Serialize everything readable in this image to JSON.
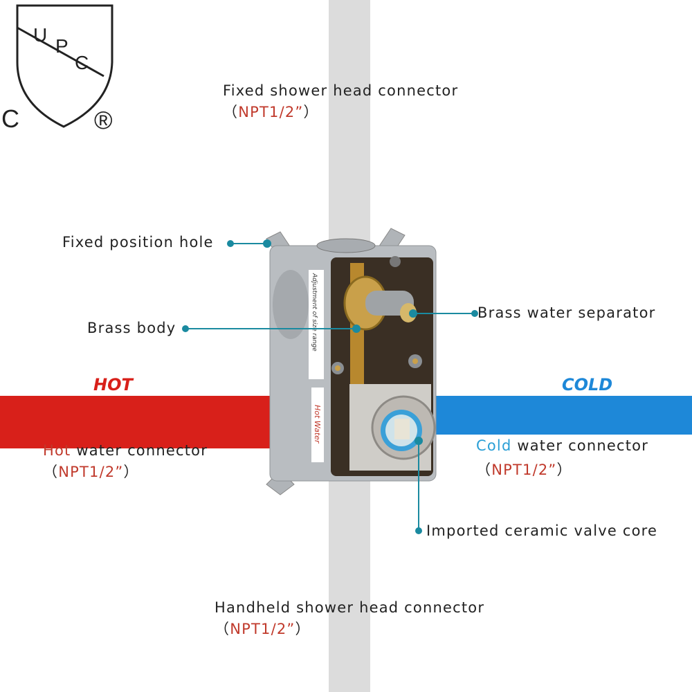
{
  "logo": {
    "mark": "UPC",
    "letters": [
      "U",
      "P",
      "C"
    ],
    "left_letter": "C",
    "registered": "®"
  },
  "labels": {
    "fixed_shower": {
      "title": "Fixed shower head connector",
      "spec": "NPT1/2”"
    },
    "fixed_hole": "Fixed position hole",
    "brass_body": "Brass body",
    "brass_separator": "Brass water separator",
    "hot_big": "HOT",
    "cold_big": "COLD",
    "hot_connector": {
      "colored": "Hot",
      "rest": " water connector",
      "spec": "NPT1/2”"
    },
    "cold_connector": {
      "colored": "Cold",
      "rest": " water connector",
      "spec": "NPT1/2”"
    },
    "ceramic_core": "Imported ceramic valve core",
    "handheld": {
      "title": "Handheld shower head connector",
      "spec": "NPT1/2”"
    }
  },
  "box_stickers": {
    "adjust": "Adjustment of size range",
    "hot_water": "Hot Water"
  },
  "colors": {
    "hot": "#d8201a",
    "cold": "#1e88d8",
    "pipe": "#dcdcdc",
    "leader": "#1a8aa0"
  }
}
